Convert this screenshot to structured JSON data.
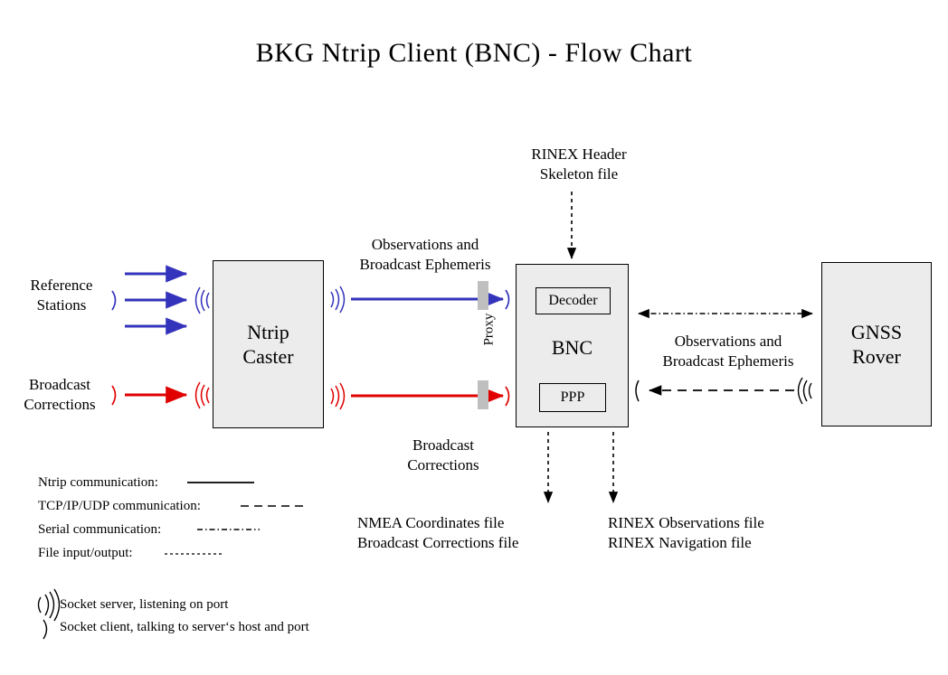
{
  "title": "BKG Ntrip Client (BNC)  -  Flow Chart",
  "nodes": {
    "caster": "Ntrip\nCaster",
    "bnc": "BNC",
    "decoder": "Decoder",
    "ppp": "PPP",
    "rover": "GNSS\nRover"
  },
  "labels": {
    "reference_stations": "Reference\nStations",
    "broadcast_corrections_left": "Broadcast\nCorrections",
    "observations_ephemeris_mid": "Observations and\nBroadcast Ephemeris",
    "broadcast_corrections_mid": "Broadcast\nCorrections",
    "rinex_header_skeleton": "RINEX Header\nSkeleton file",
    "observations_ephemeris_right": "Observations and\nBroadcast Ephemeris",
    "proxy": "Proxy",
    "outputs_left": "NMEA Coordinates file\nBroadcast Corrections file",
    "outputs_right": "RINEX Observations file\nRINEX Navigation file"
  },
  "legend": {
    "lines": [
      {
        "label": "Ntrip communication:",
        "style": "solid"
      },
      {
        "label": "TCP/IP/UDP communication:",
        "style": "dashed"
      },
      {
        "label": "Serial communication:",
        "style": "dash-dot"
      },
      {
        "label": "File input/output:",
        "style": "dotted"
      }
    ],
    "sockets": [
      {
        "icon": "socket-server-signal-icon",
        "label": "Socket server, listening on port"
      },
      {
        "icon": "socket-client-paren-icon",
        "label": "Socket client, talking to server‘s host and port"
      }
    ]
  },
  "colors": {
    "ntrip_blue": "#3333bb",
    "corrections_red": "#e00000",
    "box_fill": "#ececec",
    "box_stroke": "#000000",
    "proxy_gray": "#bfbfbf",
    "background": "#ffffff"
  }
}
